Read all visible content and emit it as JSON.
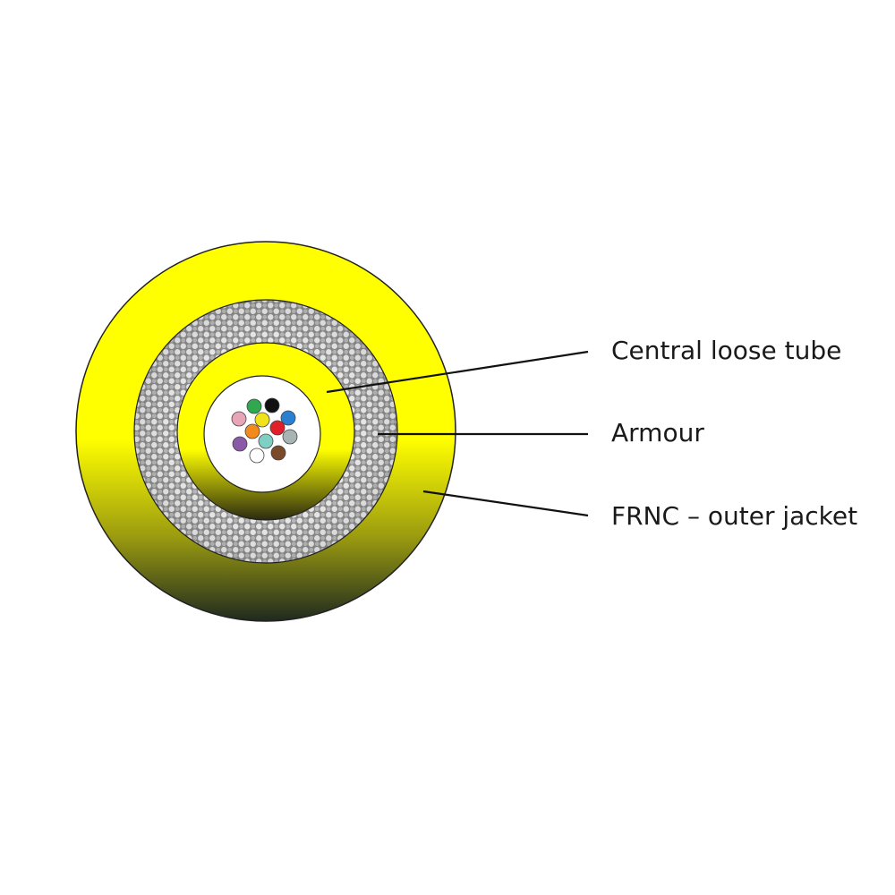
{
  "diagram": {
    "labels": {
      "central_loose_tube": "Central loose tube",
      "armour": "Armour",
      "outer_jacket": "FRNC – outer jacket"
    },
    "colors": {
      "jacket": "#ffff00",
      "jacket_shadow": "#1f2a1f",
      "armour_light": "#e9e9e9",
      "armour_dark": "#8c8c8c",
      "tube": "#ffff00",
      "tube_interior": "#ffffff",
      "outline": "#222222"
    },
    "fibers": [
      {
        "color": "#2fa84f"
      },
      {
        "color": "#111111"
      },
      {
        "color": "#e8a5b8"
      },
      {
        "color": "#f2e21c"
      },
      {
        "color": "#2a7fd0"
      },
      {
        "color": "#f28a1e"
      },
      {
        "color": "#e11f2a"
      },
      {
        "color": "#8a5aa8"
      },
      {
        "color": "#7fcfc4"
      },
      {
        "color": "#a8b4b4"
      },
      {
        "color": "#ffffff"
      },
      {
        "color": "#7a4a2a"
      }
    ]
  }
}
